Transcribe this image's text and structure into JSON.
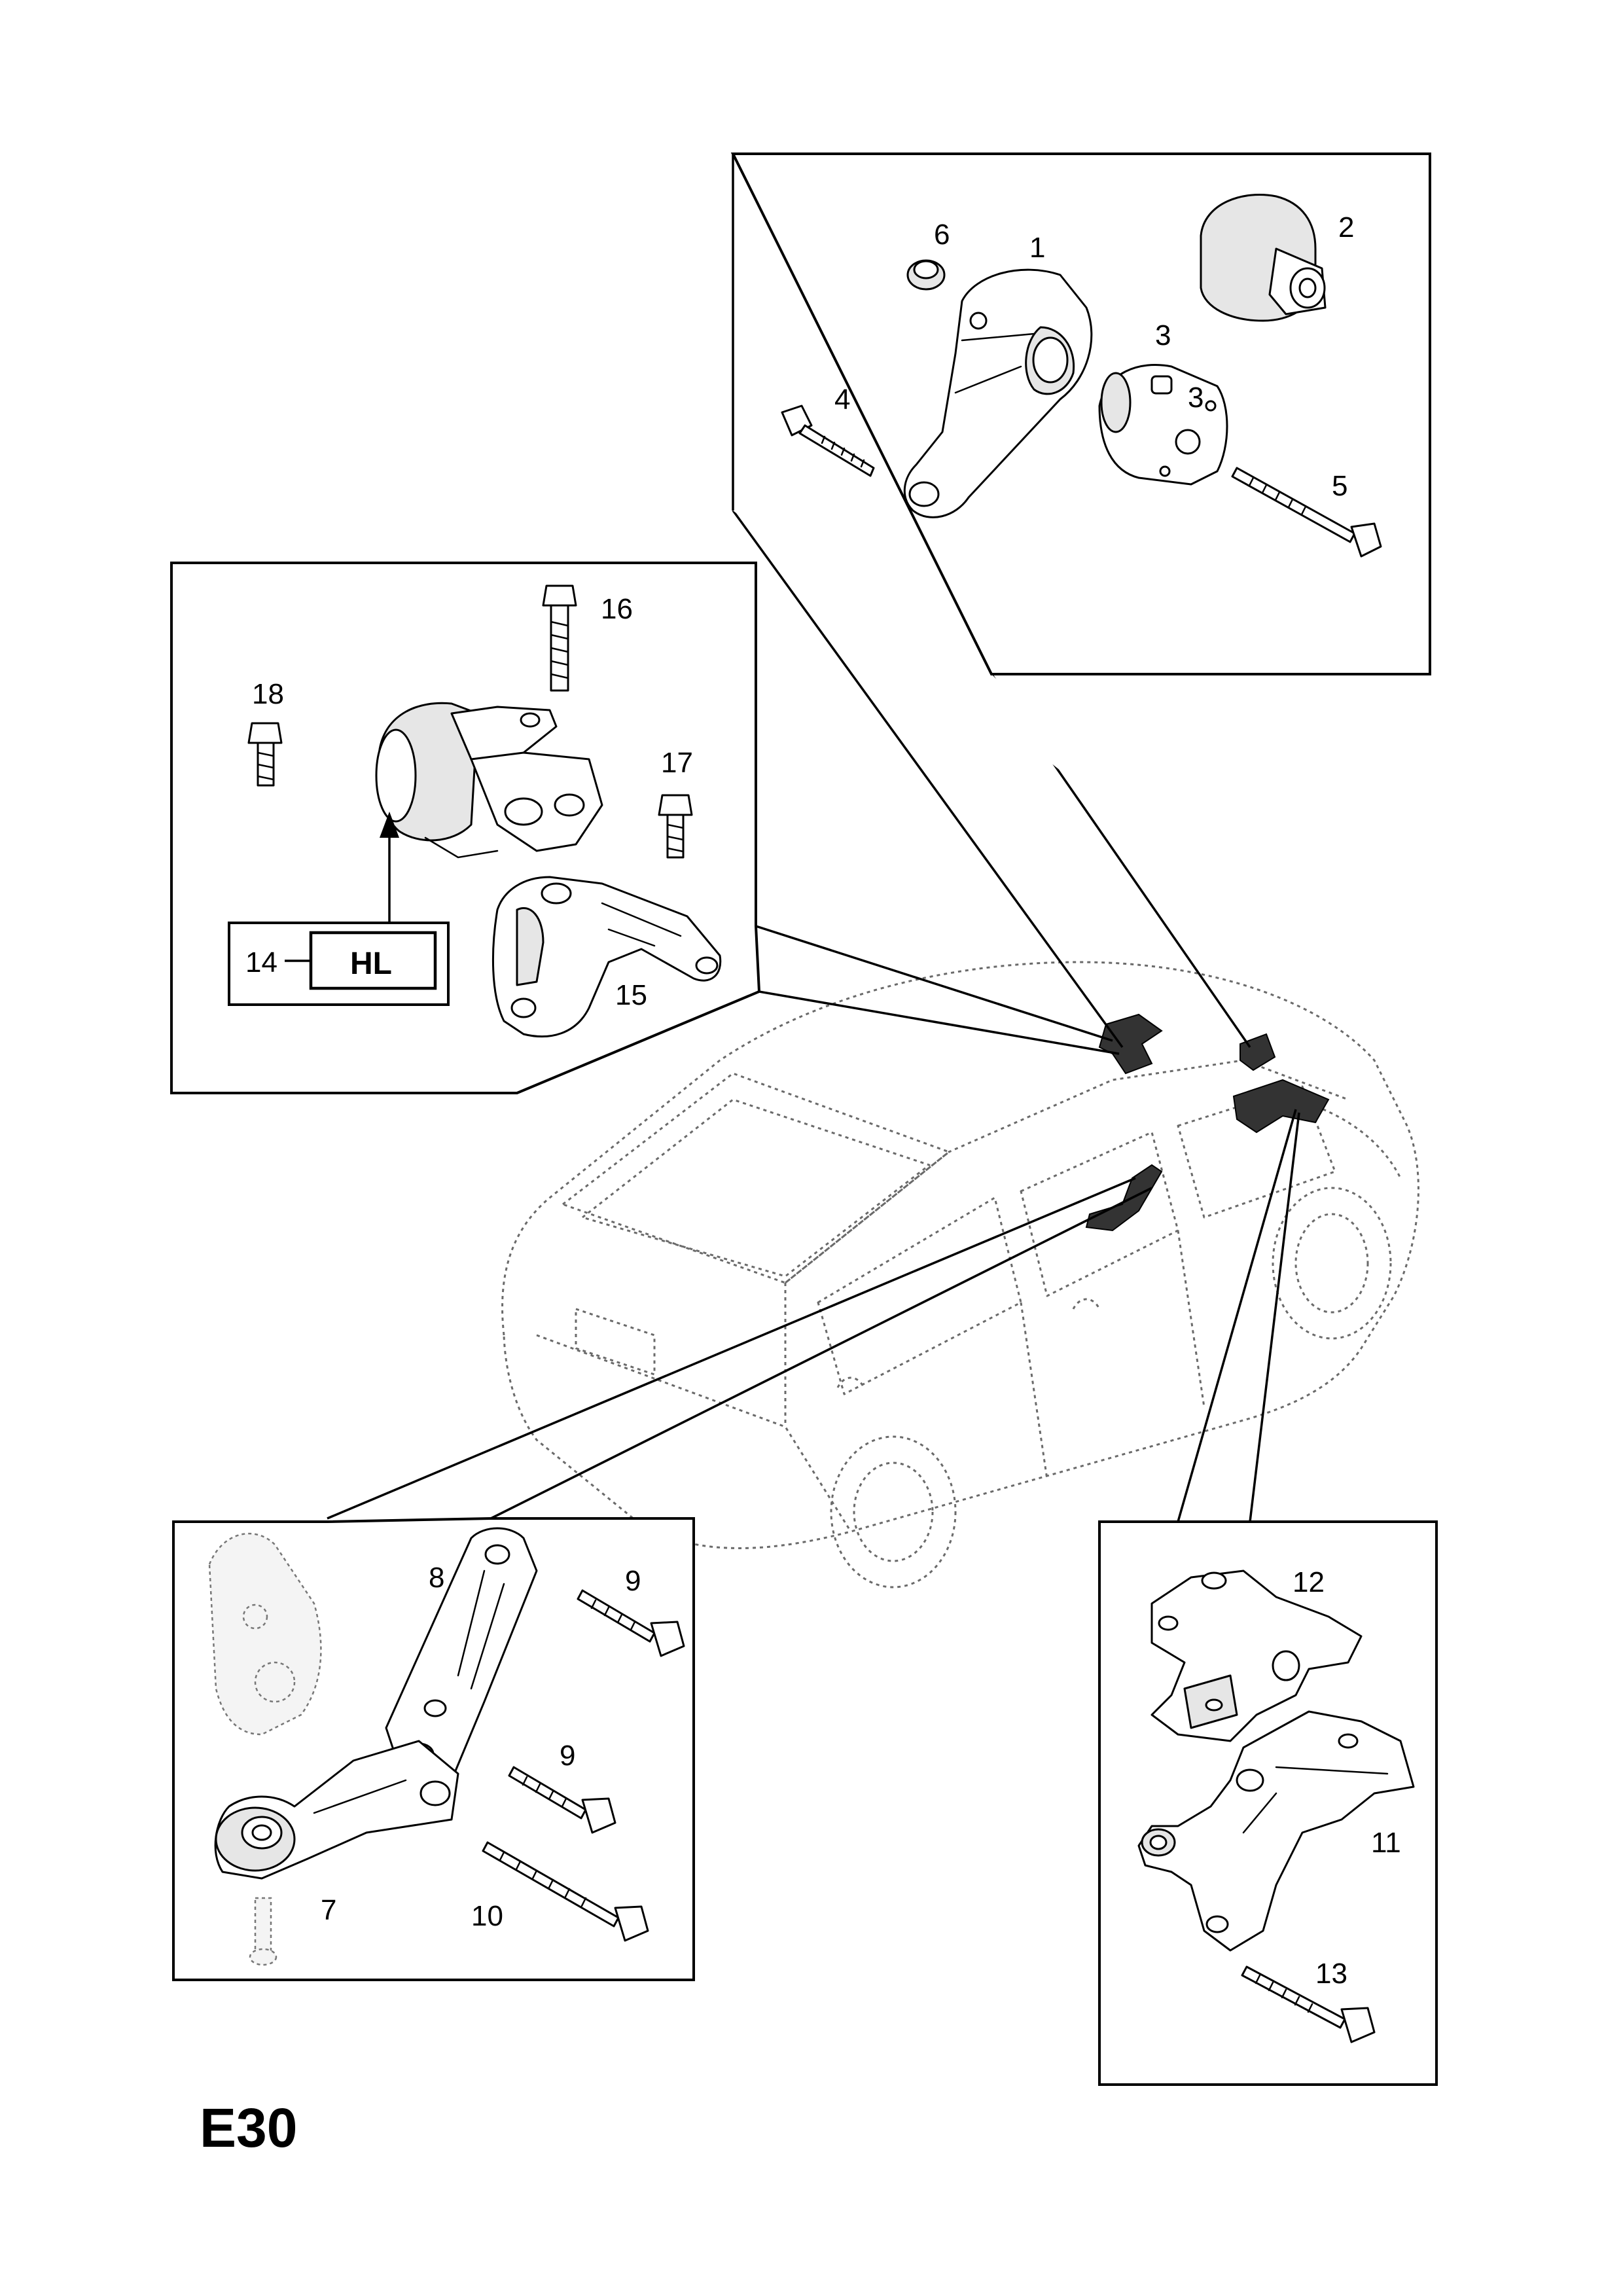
{
  "page_code": "E30",
  "hl_box": {
    "ref": "14",
    "label": "HL"
  },
  "callouts": {
    "c1": "1",
    "c2": "2",
    "c3a": "3",
    "c3b": "3",
    "c4": "4",
    "c5": "5",
    "c6": "6",
    "c7": "7",
    "c8": "8",
    "c9a": "9",
    "c9b": "9",
    "c10": "10",
    "c11": "11",
    "c12": "12",
    "c13": "13",
    "c15": "15",
    "c16": "16",
    "c17": "17",
    "c18": "18"
  }
}
